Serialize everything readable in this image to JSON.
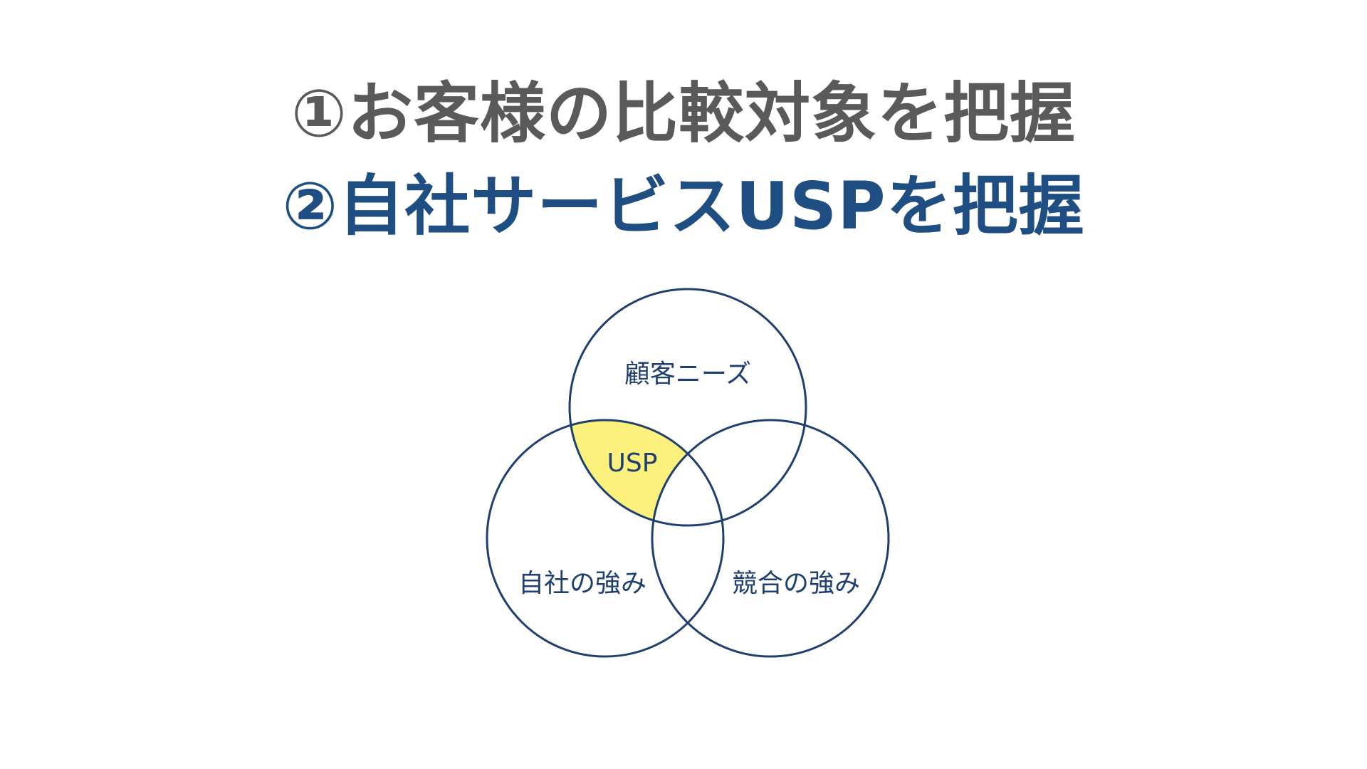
{
  "slide": {
    "title_line_1": "①お客様の比較対象を把握",
    "title_line_2": "②自社サービスUSPを把握"
  },
  "venn": {
    "labels": {
      "top": "顧客ニーズ",
      "left": "自社の強み",
      "right": "競合の強み",
      "center": "USP"
    }
  },
  "colors": {
    "title_line_1": "#5a5a5a",
    "title_line_2": "#1f4e82",
    "circle_stroke": "#1f3f6e",
    "label_text": "#1f3f6e",
    "usp_highlight": "#fbf17c",
    "background": "#ffffff"
  }
}
